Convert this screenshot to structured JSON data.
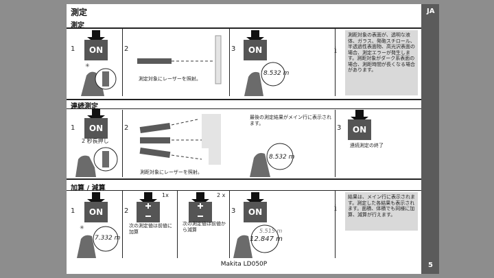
{
  "language": "JA",
  "page_number": "5",
  "footer": "Makita LD050P",
  "title": "測定",
  "button_label": "ON",
  "sections": {
    "measure": {
      "title": "測定",
      "steps": [
        "1",
        "2",
        "3"
      ],
      "caption_laser": "測定対象にレーザーを照射。",
      "display_value": "8.532 m",
      "note": "測距対象の表面が、透明な液体、ガラス、発砲スチロール、半透過性表面物、高光沢表面の場合、測定エラーが発生します。測距対象がダーク系表面の場合、測距時間が長くなる場合があります。"
    },
    "continuous": {
      "title": "連続測定",
      "steps": [
        "1",
        "2",
        "3"
      ],
      "hold_text": "2 秒長押し",
      "caption_laser": "測距対象にレーザーを照射。",
      "caption_last": "最後の測定結果がメイン行に表示されます。",
      "display_value": "8.532 m",
      "caption_end": "連続測定の終了"
    },
    "addsub": {
      "title": "加算 / 減算",
      "steps": [
        "1",
        "2",
        "3"
      ],
      "display_value": "7.332 m",
      "plus_count": "1x",
      "minus_count": "2 x",
      "caption_add": "次の測定値は前値に加算",
      "caption_sub": "次の測定値は前値から減算",
      "display_small": "5.515 m",
      "display_big": "12.847 m",
      "note": "結果は、メイン行に表示されます。測定した各結果も表示されます。面積、体積でも同様に加算、減算が行えます。"
    }
  }
}
